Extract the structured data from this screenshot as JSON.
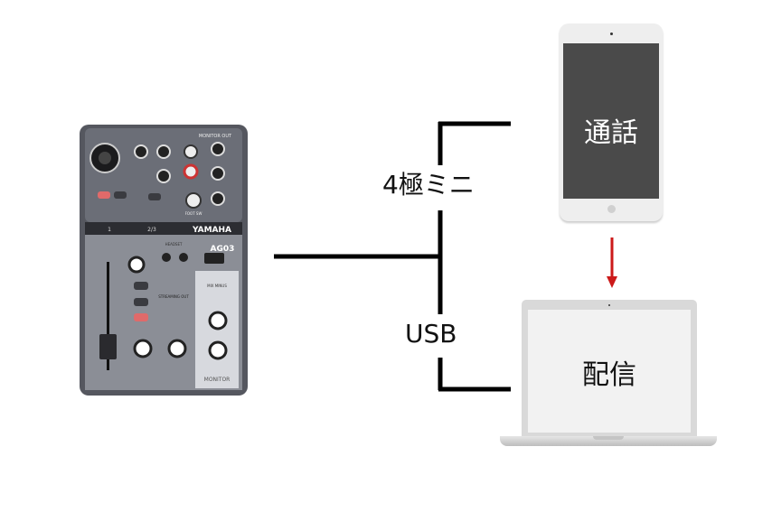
{
  "connections": {
    "top_label": "4極ミニ",
    "bottom_label": "USB",
    "line_color": "#000000",
    "arrow_color": "#cc1a1a"
  },
  "tablet": {
    "screen_text": "通話",
    "screen_color": "#4a4a4a",
    "body_color": "#eeeeee"
  },
  "laptop": {
    "screen_text": "配信",
    "screen_color": "#f2f2f2",
    "body_color": "#d9d9d9"
  },
  "mixer": {
    "brand": "YAMAHA",
    "model": "AG03",
    "labels": {
      "monitor_out": "MONITOR OUT",
      "channel_1": "1",
      "channel_23": "2/3",
      "headset": "HEADSET",
      "monitor": "MONITOR",
      "mix_minus": "MIX MINUS",
      "streaming_out": "STREAMING OUT",
      "foot_sw": "FOOT SW"
    }
  }
}
